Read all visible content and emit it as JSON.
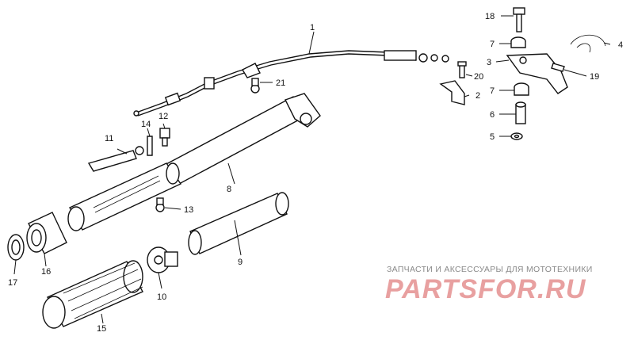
{
  "diagram": {
    "labels": {
      "p1": "1",
      "p2": "2",
      "p3": "3",
      "p4": "4",
      "p5": "5",
      "p6": "6",
      "p7a": "7",
      "p7b": "7",
      "p8": "8",
      "p9": "9",
      "p10": "10",
      "p11": "11",
      "p12": "12",
      "p13": "13",
      "p14": "14",
      "p15": "15",
      "p16": "16",
      "p17": "17",
      "p18": "18",
      "p19": "19",
      "p20": "20",
      "p21": "21"
    }
  },
  "watermark": {
    "caption": "ЗАПЧАСТИ И АКСЕССУАРЫ ДЛЯ МОТОТЕХНИКИ",
    "logo": "PARTSFOR.RU"
  }
}
